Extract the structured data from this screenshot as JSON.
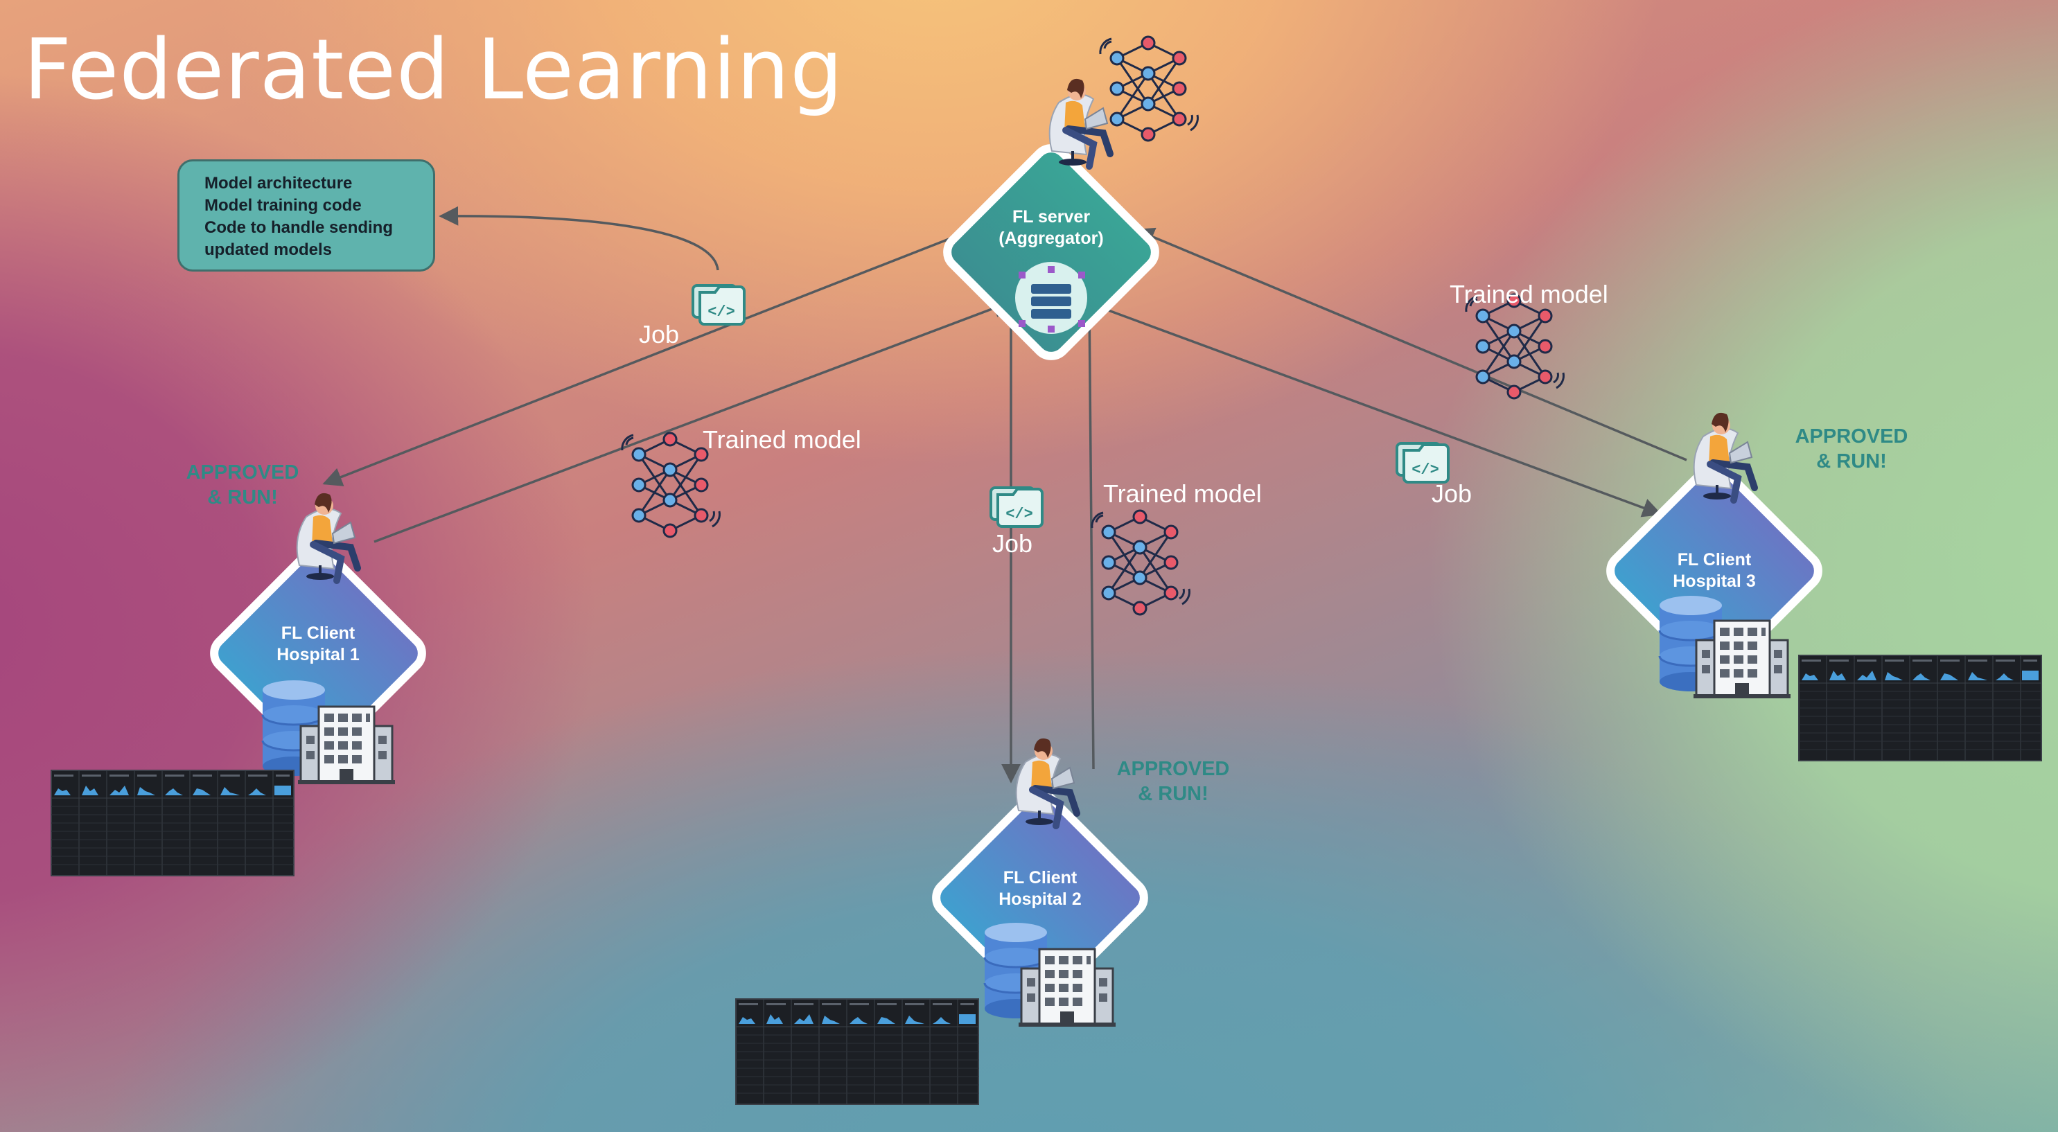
{
  "title": "Federated Learning",
  "info_box": {
    "lines": [
      "Model architecture",
      "Model training code",
      "Code to handle sending",
      "updated models"
    ]
  },
  "server": {
    "line1": "FL server",
    "line2": "(Aggregator)"
  },
  "clients": [
    {
      "line1": "FL Client",
      "line2": "Hospital 1"
    },
    {
      "line1": "FL Client",
      "line2": "Hospital 2"
    },
    {
      "line1": "FL Client",
      "line2": "Hospital 3"
    }
  ],
  "labels": {
    "job": "Job",
    "trained_model": "Trained model"
  },
  "approved": {
    "line1": "APPROVED",
    "line2": "& RUN!"
  },
  "colors": {
    "server_fill": "#3f9e96",
    "client_fill": "#4f8fc8",
    "arrow": "#555a5e",
    "info_fill": "#5fb3ad",
    "approved_text": "#2f8a86"
  },
  "icons": [
    "person-laptop-icon",
    "neural-network-icon",
    "code-folder-icon",
    "server-hub-icon",
    "database-icon",
    "hospital-building-icon",
    "data-table-thumbnail"
  ]
}
